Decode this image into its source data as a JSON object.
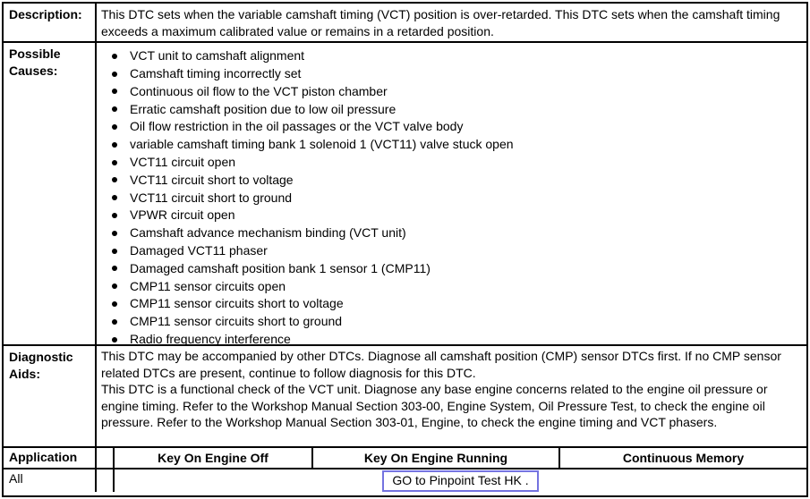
{
  "doc": {
    "description": {
      "label": "Description:",
      "text": "This DTC sets when the variable camshaft timing (VCT) position is over-retarded. This DTC sets when the camshaft timing exceeds a maximum calibrated value or remains in a retarded position."
    },
    "possible_causes": {
      "label": "Possible Causes:",
      "items": [
        "VCT unit to camshaft alignment",
        "Camshaft timing incorrectly set",
        "Continuous oil flow to the VCT piston chamber",
        "Erratic camshaft position due to low oil pressure",
        "Oil flow restriction in the oil passages or the VCT valve body",
        "variable camshaft timing bank 1 solenoid 1 (VCT11) valve stuck open",
        "VCT11 circuit open",
        "VCT11 circuit short to voltage",
        "VCT11 circuit short to ground",
        "VPWR circuit open",
        "Camshaft advance mechanism binding (VCT unit)",
        "Damaged VCT11 phaser",
        "Damaged camshaft position bank 1 sensor 1 (CMP11)",
        "CMP11 sensor circuits open",
        "CMP11 sensor circuits short to voltage",
        "CMP11 sensor circuits short to ground",
        "Radio frequency interference"
      ]
    },
    "diagnostic_aids": {
      "label": "Diagnostic Aids:",
      "paragraphs": {
        "0": "This DTC may be accompanied by other DTCs. Diagnose all camshaft position (CMP) sensor DTCs first. If no CMP sensor related DTCs are present, continue to follow diagnosis for this DTC.",
        "1": "This DTC is a functional check of the VCT unit. Diagnose any base engine concerns related to the engine oil pressure or engine timing. Refer to the Workshop Manual Section 303-00, Engine System, Oil Pressure Test, to check the engine oil pressure. Refer to the Workshop Manual Section 303-01, Engine, to check the engine timing and VCT phasers."
      }
    },
    "application": {
      "headers": {
        "application": "Application",
        "koeo": "Key On Engine Off",
        "koer": "Key On Engine Running",
        "cm": "Continuous Memory"
      },
      "row": {
        "application": "All",
        "action": "GO to Pinpoint Test HK ."
      }
    },
    "colors": {
      "link_box": "#7473e0",
      "border": "#000000"
    }
  }
}
